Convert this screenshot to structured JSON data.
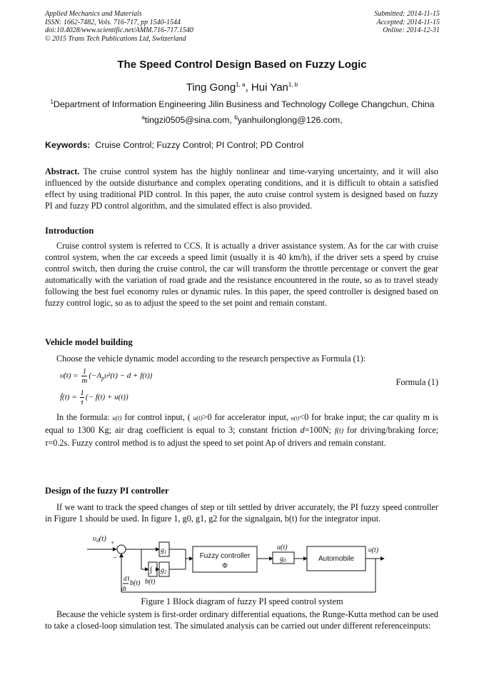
{
  "header": {
    "left": [
      "Applied Mechanics and Materials",
      "ISSN: 1662-7482, Vols. 716-717, pp 1540-1544",
      "doi:10.4028/www.scientific.net/AMM.716-717.1540",
      "© 2015 Trans Tech Publications Ltd, Switzerland"
    ],
    "right": [
      "Submitted: 2014-11-15",
      "Accepted: 2014-11-15",
      "Online: 2014-12-31"
    ]
  },
  "title": "The Speed Control Design Based on Fuzzy Logic",
  "authors": {
    "author1": "Ting Gong",
    "author1_sup": "1, a",
    "sep": ", ",
    "author2": "Hui Yan",
    "author2_sup": "1, b"
  },
  "affiliation": {
    "sup": "1",
    "text": "Department of Information Engineering Jilin Business and Technology College Changchun, China"
  },
  "emails": {
    "sup_a": "a",
    "a": "tingzi0505@sina.com, ",
    "sup_b": "b",
    "b": "yanhuilonglong@126.com,"
  },
  "keywords": {
    "label": "Keywords:",
    "text": "  Cruise Control; Fuzzy Control; PI Control; PD Control"
  },
  "abstract": {
    "label": "Abstract.",
    "text": " The cruise control system has the highly nonlinear and time-varying uncertainty, and it will also influenced by the outside disturbance and complex operating conditions, and it is difficult to obtain a satisfied effect by using traditional PID control. In this paper, the auto cruise control system is designed based on fuzzy PI and fuzzy PD control algorithm, and the simulated effect is also provided."
  },
  "introduction": {
    "heading": "Introduction",
    "text": "Cruise control system is referred to CCS. It is actually a driver assistance system. As for the car with cruise control system, when the car exceeds a speed limit (usually it is 40 km/h), if the driver sets a speed by cruise control switch, then during the cruise control, the car will transform the throttle percentage or convert the gear automatically with the variation of road grade and the resistance encountered in the route, so as to travel steady following the best fuel economy rules or dynamic rules. In this paper, the speed controller is designed based on fuzzy control logic, so as to adjust the speed to the set point and remain constant."
  },
  "vehicle": {
    "heading": "Vehicle model building",
    "intro": "Choose the vehicle dynamic model according to the research perspective as Formula (1):",
    "formula_label": "Formula (1)",
    "eq1_lhs": "υ̇(t) =",
    "eq1_num": "1",
    "eq1_den": "m",
    "eq1_rhs": "(−A",
    "eq1_sub": "p",
    "eq1_rest": "υ²(t) − d + f(t))",
    "eq2_lhs": "ḟ(t) =",
    "eq2_num": "1",
    "eq2_den": "τ",
    "eq2_rhs": "(− f(t) + u(t))",
    "p1": "In the formula: ",
    "ut1": "u(t)",
    "p2": " for control input, ( ",
    "ut2": "u(t)",
    "p3": ">0 for accelerator input, ",
    "ut3": "u(t)",
    "p4": "<0 for brake input; the car quality m is equal to 1300 Kg; air drag coefficient is equal to 3; constant friction ",
    "d_sym": "d",
    "p5": "=100N; ",
    "ft": "f(t)",
    "p6": " for driving/braking force; ",
    "tau": "τ",
    "p7": "=0.2s. Fuzzy control method is to adjust the speed to set point Ap of drivers and remain constant."
  },
  "fuzzy_pi": {
    "heading": "Design of the fuzzy PI controller",
    "text": "If we want to track the speed changes of step or tilt settled by driver accurately, the PI fuzzy speed controller in Figure 1 should be used. In figure 1, g0, g1, g2 for the signalgain, b(t) for the integrator input.",
    "caption": "Figure 1 Block diagram of fuzzy PI speed control system",
    "after": "Because the vehicle system is first-order ordinary differential equations, the Runge-Kutta method can be used to take a closed-loop simulation test. The simulated analysis can be carried out under different referenceinputs:"
  },
  "diagram": {
    "input": "υ",
    "input_sub": "d",
    "input_t": "(t)",
    "plus": "+",
    "minus": "−",
    "g1": "g",
    "g1_sub": "1",
    "g2": "g",
    "g2_sub": "2",
    "integral": "∫",
    "bt": "b(t)",
    "fuzzy_line1": "Fuzzy controller",
    "fuzzy_line2": "Φ",
    "ut": "u(t)",
    "g0": "g",
    "g0_sub": "0",
    "auto": "Automobile",
    "output": "υ(t)",
    "deriv_num": "d",
    "deriv_den": "dt",
    "deriv_bt": "b(t)"
  }
}
